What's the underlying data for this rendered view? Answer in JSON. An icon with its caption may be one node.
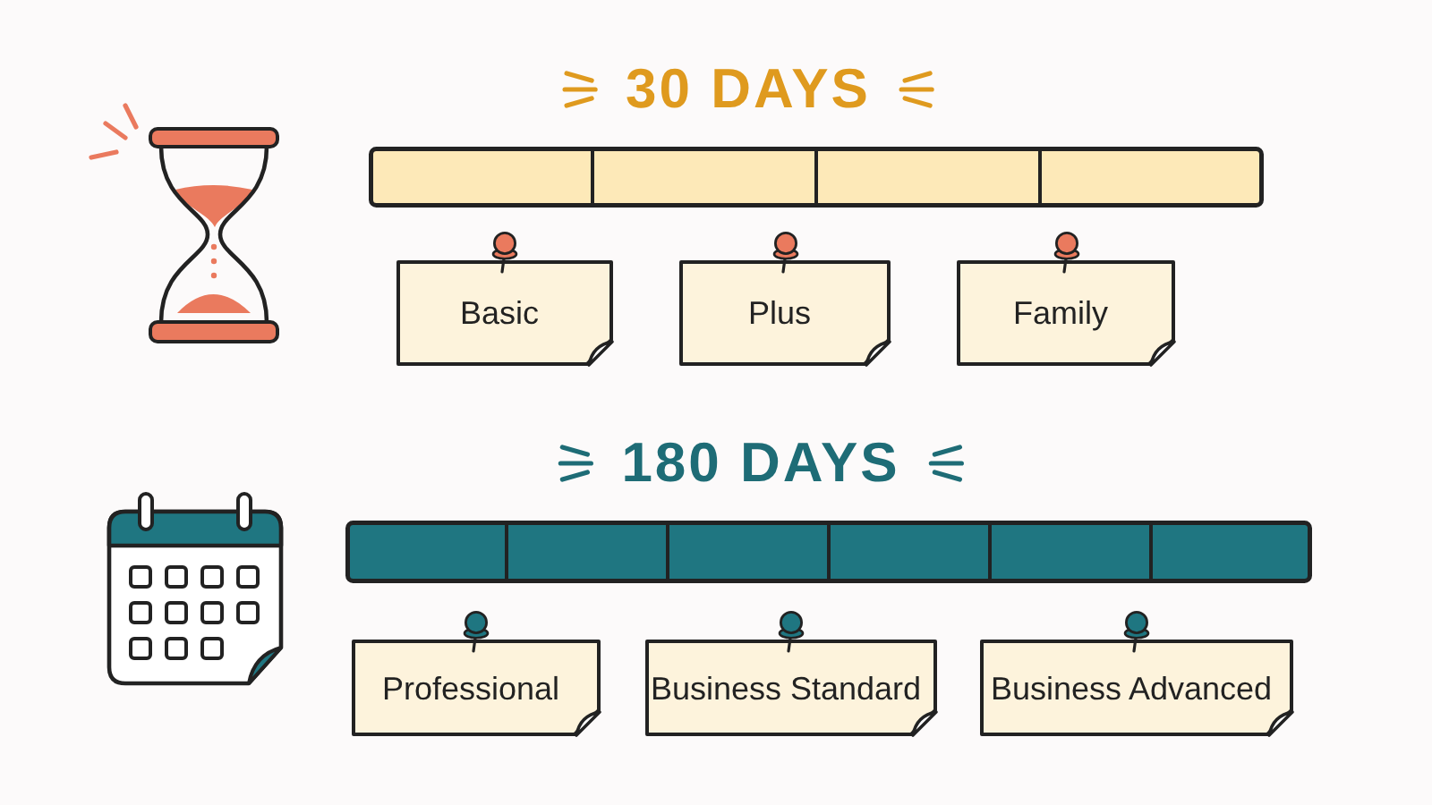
{
  "diagram": {
    "nodes": [
      {
        "text": [
          "30 DAYS"
        ]
      },
      {
        "text": [
          "Basic"
        ]
      },
      {
        "text": [
          "Plus"
        ]
      },
      {
        "text": [
          "Family"
        ]
      },
      {
        "text": [
          "180 DAYS"
        ]
      },
      {
        "text": [
          "Professional"
        ]
      },
      {
        "text": [
          "Business Standard"
        ]
      },
      {
        "text": [
          "Business Advanced"
        ]
      }
    ]
  }
}
